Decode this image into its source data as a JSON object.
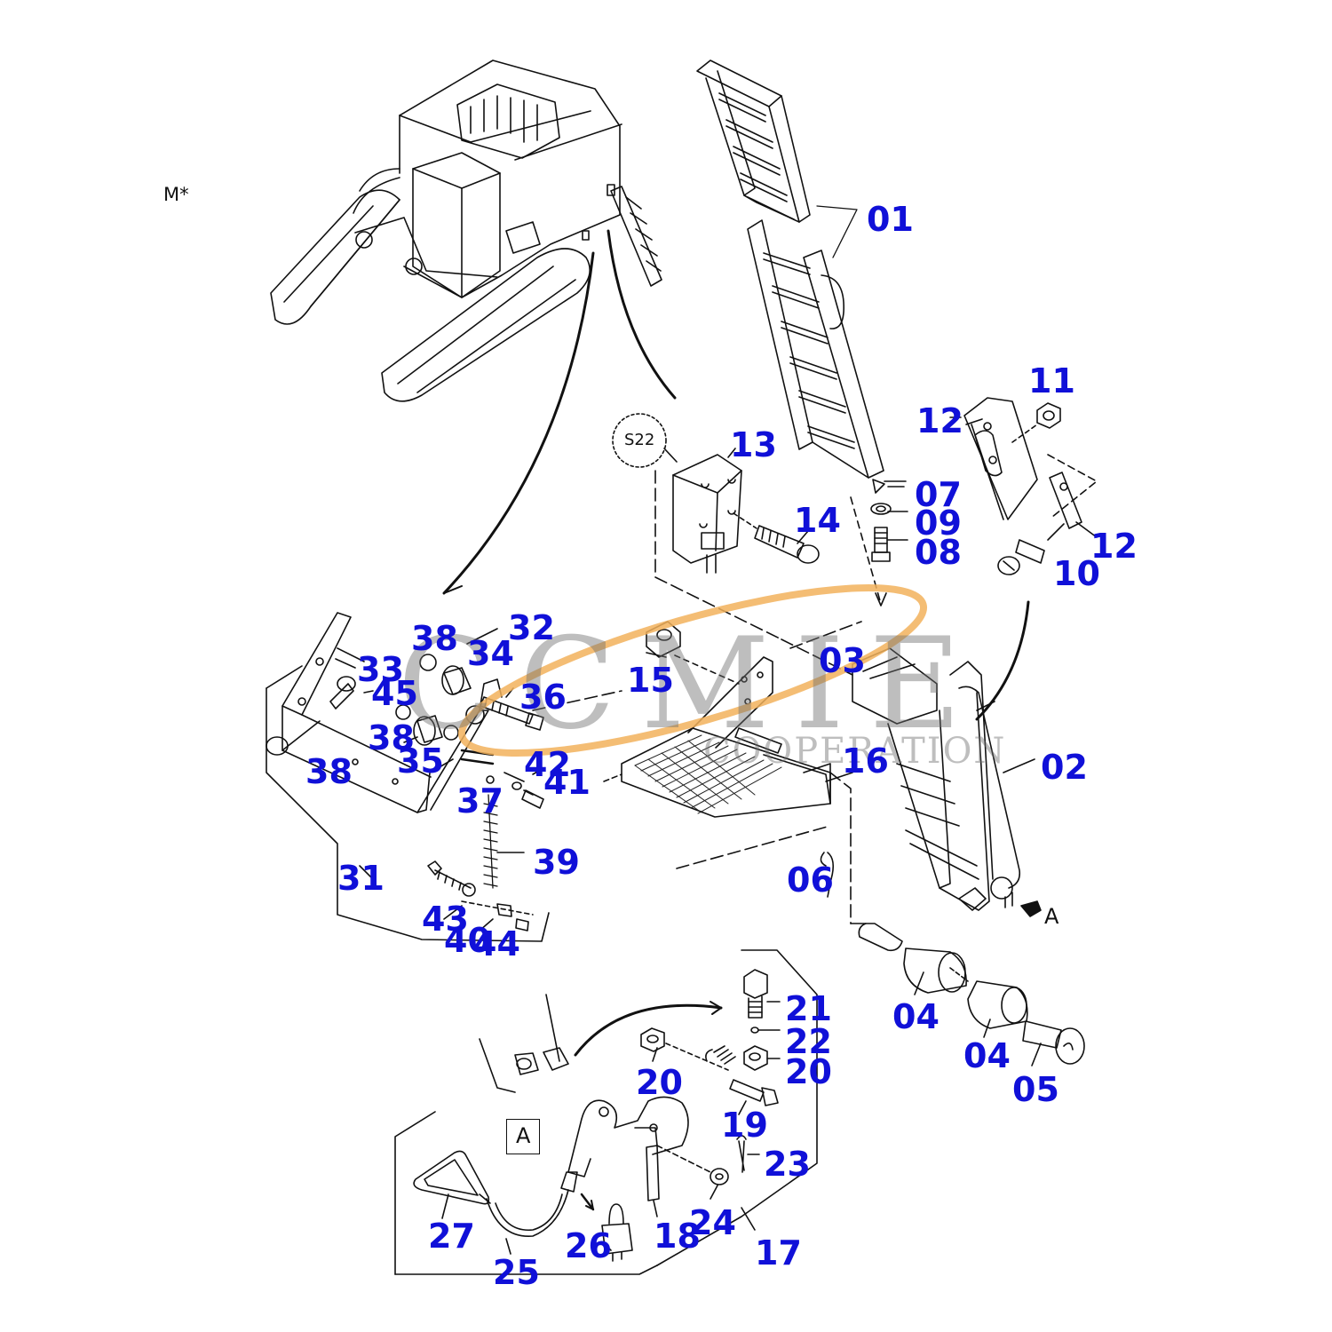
{
  "colors": {
    "label": "#1010d8",
    "line": "#111111",
    "watermark_ring": "#f2b25c"
  },
  "header": {
    "model_code": "M*"
  },
  "callouts": {
    "s22": "S22",
    "view_a_arrow": "A",
    "view_a_box": "A"
  },
  "watermark": {
    "brand": "CCMIE",
    "sub": "COOPERATION"
  },
  "part_labels": {
    "p01": "01",
    "p02": "02",
    "p03": "03",
    "p04a": "04",
    "p04b": "04",
    "p05": "05",
    "p06": "06",
    "p07": "07",
    "p08": "08",
    "p09": "09",
    "p10": "10",
    "p11": "11",
    "p12a": "12",
    "p12b": "12",
    "p13": "13",
    "p14": "14",
    "p15": "15",
    "p16": "16",
    "p17": "17",
    "p18": "18",
    "p19": "19",
    "p20a": "20",
    "p20b": "20",
    "p21": "21",
    "p22": "22",
    "p23": "23",
    "p24": "24",
    "p25": "25",
    "p26": "26",
    "p27": "27",
    "p31": "31",
    "p32": "32",
    "p33": "33",
    "p34": "34",
    "p35": "35",
    "p36": "36",
    "p37": "37",
    "p38a": "38",
    "p38b": "38",
    "p38c": "38",
    "p39": "39",
    "p40": "40",
    "p41": "41",
    "p42": "42",
    "p43": "43",
    "p44": "44",
    "p45": "45"
  }
}
